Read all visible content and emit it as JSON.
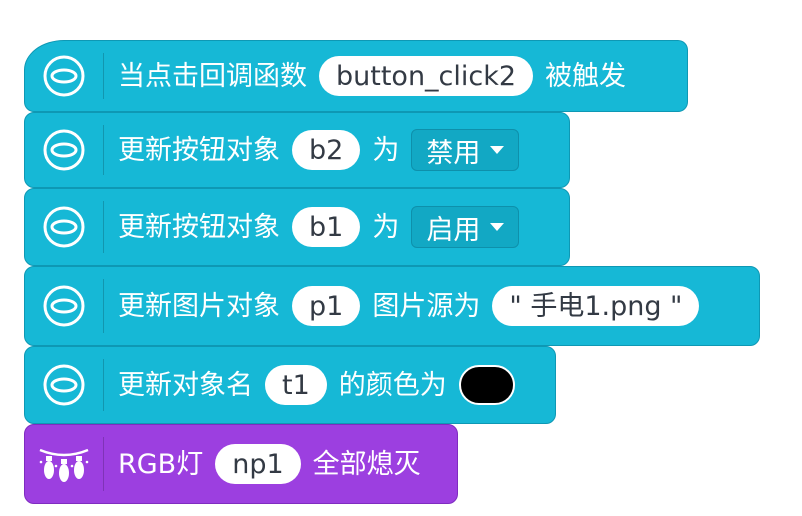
{
  "blocks": [
    {
      "id": "event",
      "color": "#16b8d6",
      "icon": "circle-ellipse-icon",
      "prefix": "当点击回调函数",
      "param": "button_click2",
      "suffix": "被触发"
    },
    {
      "id": "disable-b2",
      "color": "#16b8d6",
      "icon": "circle-ellipse-icon",
      "prefix": "更新按钮对象",
      "param": "b2",
      "middle": "为",
      "dropdown": "禁用"
    },
    {
      "id": "enable-b1",
      "color": "#16b8d6",
      "icon": "circle-ellipse-icon",
      "prefix": "更新按钮对象",
      "param": "b1",
      "middle": "为",
      "dropdown": "启用"
    },
    {
      "id": "image-p1",
      "color": "#16b8d6",
      "icon": "circle-ellipse-icon",
      "prefix": "更新图片对象",
      "param": "p1",
      "middle": "图片源为",
      "string_value": "\" 手电1.png \""
    },
    {
      "id": "color-t1",
      "color": "#16b8d6",
      "icon": "circle-ellipse-icon",
      "prefix": "更新对象名",
      "param": "t1",
      "middle": "的颜色为",
      "swatch": "#000000"
    },
    {
      "id": "rgb-np1",
      "color": "#9c3fe0",
      "icon": "light-string-icon",
      "prefix": "RGB灯",
      "param": "np1",
      "suffix": "全部熄灭"
    }
  ]
}
